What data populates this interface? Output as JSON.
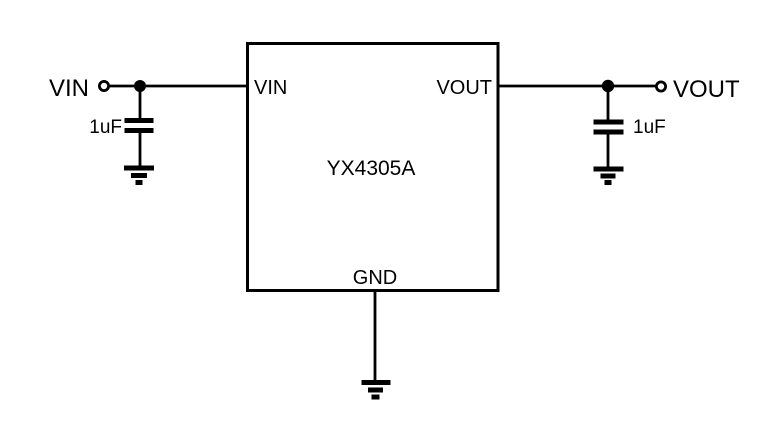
{
  "diagram": {
    "ic": {
      "part_number": "YX4305A",
      "pin_vin": "VIN",
      "pin_vout": "VOUT",
      "pin_gnd": "GND"
    },
    "input": {
      "terminal_label": "VIN",
      "capacitor_value": "1uF"
    },
    "output": {
      "terminal_label": "VOUT",
      "capacitor_value": "1uF"
    },
    "colors": {
      "line": "#000000",
      "background": "#ffffff"
    }
  }
}
